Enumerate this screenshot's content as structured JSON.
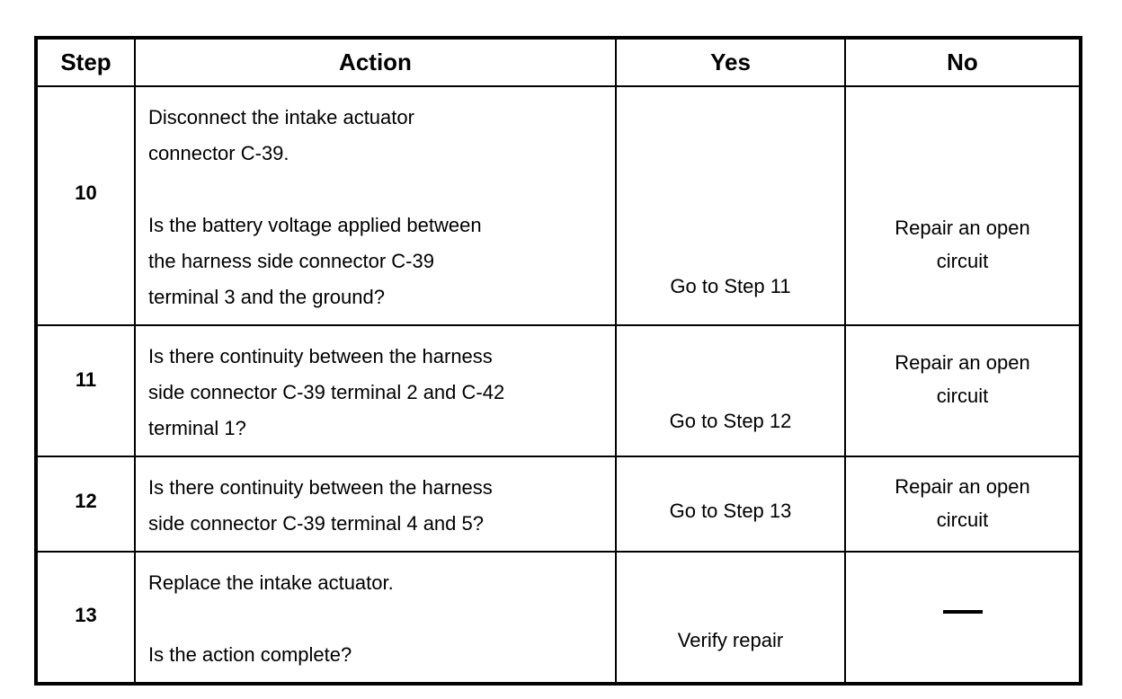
{
  "table": {
    "columns": [
      "Step",
      "Action",
      "Yes",
      "No"
    ],
    "rows": [
      {
        "step": "10",
        "action_paragraphs": [
          "Disconnect the intake actuator\nconnector C-39.",
          "Is the battery voltage applied between\nthe harness side connector C-39\nterminal 3 and the ground?"
        ],
        "yes": "Go to Step 11",
        "no": "Repair an open\ncircuit"
      },
      {
        "step": "11",
        "action_paragraphs": [
          "Is there continuity between the harness\nside connector C-39 terminal 2 and C-42\nterminal 1?"
        ],
        "yes": "Go to Step 12",
        "no": "Repair an open\ncircuit"
      },
      {
        "step": "12",
        "action_paragraphs": [
          "Is there continuity between the harness\nside connector C-39 terminal 4 and 5?"
        ],
        "yes": "Go to Step 13",
        "no": "Repair an open\ncircuit"
      },
      {
        "step": "13",
        "action_paragraphs": [
          "Replace the intake actuator.",
          "Is the action complete?"
        ],
        "yes": "Verify repair",
        "no": "—"
      }
    ]
  },
  "colors": {
    "ink": "#000000",
    "paper": "#ffffff"
  }
}
